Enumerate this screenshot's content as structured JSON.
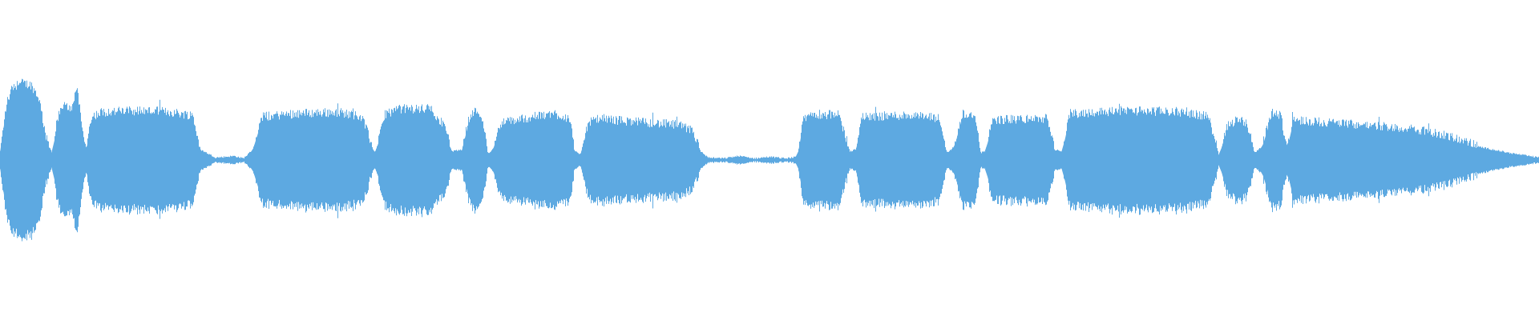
{
  "waveform": {
    "color": "#5DA9E1",
    "background": "#FFFFFF",
    "note": "",
    "envelope": [
      [
        0.0,
        0.05
      ],
      [
        0.004,
        0.34
      ],
      [
        0.008,
        0.45
      ],
      [
        0.014,
        0.47
      ],
      [
        0.02,
        0.46
      ],
      [
        0.025,
        0.38
      ],
      [
        0.03,
        0.12
      ],
      [
        0.034,
        0.03
      ],
      [
        0.037,
        0.25
      ],
      [
        0.041,
        0.33
      ],
      [
        0.046,
        0.31
      ],
      [
        0.05,
        0.45
      ],
      [
        0.053,
        0.2
      ],
      [
        0.056,
        0.06
      ],
      [
        0.059,
        0.26
      ],
      [
        0.066,
        0.29
      ],
      [
        0.09,
        0.3
      ],
      [
        0.11,
        0.29
      ],
      [
        0.125,
        0.27
      ],
      [
        0.13,
        0.06
      ],
      [
        0.14,
        0.01
      ],
      [
        0.152,
        0.02
      ],
      [
        0.158,
        0.005
      ],
      [
        0.164,
        0.06
      ],
      [
        0.17,
        0.26
      ],
      [
        0.19,
        0.28
      ],
      [
        0.22,
        0.29
      ],
      [
        0.235,
        0.26
      ],
      [
        0.243,
        0.04
      ],
      [
        0.245,
        0.08
      ],
      [
        0.25,
        0.28
      ],
      [
        0.26,
        0.31
      ],
      [
        0.28,
        0.31
      ],
      [
        0.29,
        0.18
      ],
      [
        0.293,
        0.05
      ],
      [
        0.3,
        0.06
      ],
      [
        0.305,
        0.27
      ],
      [
        0.31,
        0.3
      ],
      [
        0.313,
        0.26
      ],
      [
        0.317,
        0.03
      ],
      [
        0.32,
        0.06
      ],
      [
        0.325,
        0.22
      ],
      [
        0.34,
        0.25
      ],
      [
        0.36,
        0.28
      ],
      [
        0.37,
        0.25
      ],
      [
        0.373,
        0.05
      ],
      [
        0.377,
        0.03
      ],
      [
        0.382,
        0.22
      ],
      [
        0.39,
        0.25
      ],
      [
        0.41,
        0.23
      ],
      [
        0.44,
        0.21
      ],
      [
        0.45,
        0.17
      ],
      [
        0.455,
        0.05
      ],
      [
        0.46,
        0.01
      ],
      [
        0.47,
        0.005
      ],
      [
        0.48,
        0.02
      ],
      [
        0.49,
        0.005
      ],
      [
        0.5,
        0.015
      ],
      [
        0.51,
        0.005
      ],
      [
        0.518,
        0.015
      ],
      [
        0.522,
        0.25
      ],
      [
        0.528,
        0.28
      ],
      [
        0.545,
        0.27
      ],
      [
        0.552,
        0.05
      ],
      [
        0.556,
        0.06
      ],
      [
        0.56,
        0.26
      ],
      [
        0.59,
        0.27
      ],
      [
        0.61,
        0.25
      ],
      [
        0.615,
        0.04
      ],
      [
        0.62,
        0.08
      ],
      [
        0.625,
        0.28
      ],
      [
        0.633,
        0.27
      ],
      [
        0.637,
        0.04
      ],
      [
        0.64,
        0.05
      ],
      [
        0.645,
        0.24
      ],
      [
        0.68,
        0.25
      ],
      [
        0.685,
        0.06
      ],
      [
        0.69,
        0.05
      ],
      [
        0.695,
        0.28
      ],
      [
        0.73,
        0.3
      ],
      [
        0.77,
        0.29
      ],
      [
        0.785,
        0.26
      ],
      [
        0.792,
        0.02
      ],
      [
        0.797,
        0.2
      ],
      [
        0.805,
        0.25
      ],
      [
        0.81,
        0.22
      ],
      [
        0.815,
        0.04
      ],
      [
        0.82,
        0.08
      ],
      [
        0.826,
        0.29
      ],
      [
        0.832,
        0.27
      ],
      [
        0.836,
        0.06
      ],
      [
        0.84,
        0.24
      ],
      [
        0.87,
        0.22
      ],
      [
        0.9,
        0.2
      ],
      [
        0.92,
        0.18
      ],
      [
        0.94,
        0.14
      ],
      [
        0.96,
        0.08
      ],
      [
        0.98,
        0.04
      ],
      [
        1.0,
        0.01
      ]
    ]
  }
}
